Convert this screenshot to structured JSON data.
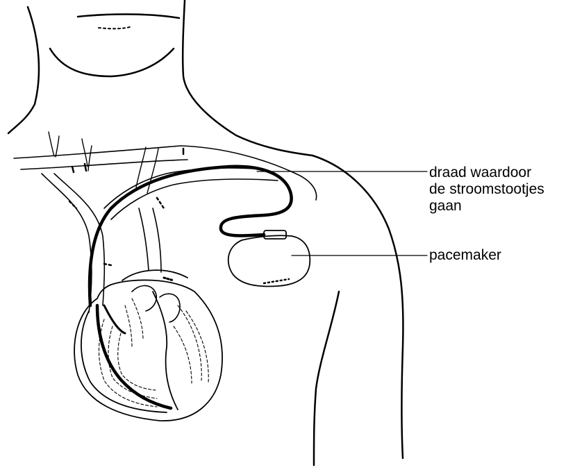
{
  "labels": {
    "wire": {
      "line1": "draad waardoor",
      "line2": "de stroomstootjes",
      "line3": "gaan"
    },
    "pacemaker": "pacemaker"
  },
  "colors": {
    "ink": "#000000",
    "background": "#ffffff"
  }
}
